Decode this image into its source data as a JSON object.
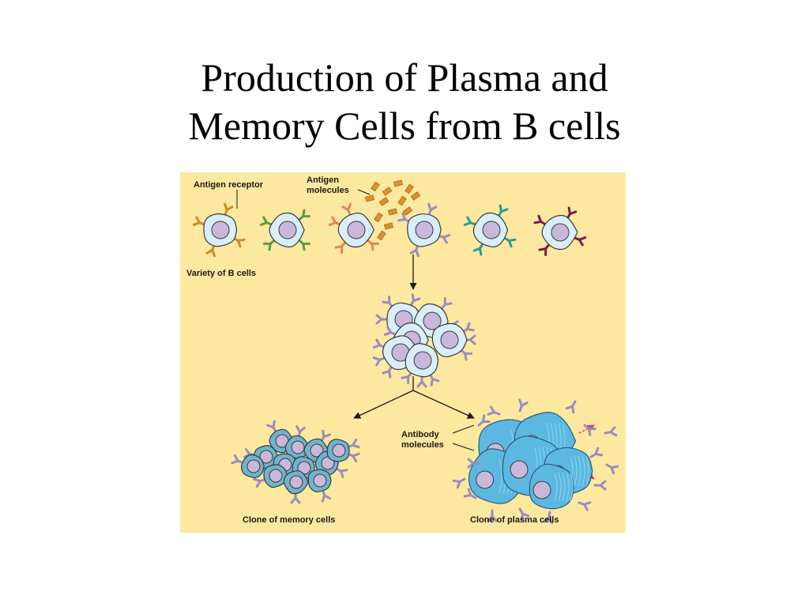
{
  "title": {
    "line1": "Production of Plasma and",
    "line2": "Memory Cells from B cells"
  },
  "figure": {
    "labels": {
      "antigen_receptor": "Antigen receptor",
      "antigen_molecules_1": "Antigen",
      "antigen_molecules_2": "molecules",
      "variety_of_b_cells": "Variety of B cells",
      "antibody_molecules_1": "Antibody",
      "antibody_molecules_2": "molecules",
      "clone_of_memory_cells": "Clone of memory cells",
      "clone_of_plasma_cells": "Clone of plasma cells"
    },
    "colors": {
      "background": "#fde8a0",
      "cell_fill": "#d8eef8",
      "nucleus": "#c9b8dc",
      "memory_cell": "#6fb4cc",
      "plasma_cell": "#5cb8e0",
      "selected_receptor": "#9a8cc0",
      "antigen": "#e0902a",
      "secretion_arrow": "#e03a6a"
    },
    "b_cell_receptor_colors": [
      "#d08a2a",
      "#5a9a4a",
      "#e0845a",
      "#9a8cc0",
      "#2a9a9a",
      "#7a1a4a"
    ]
  }
}
